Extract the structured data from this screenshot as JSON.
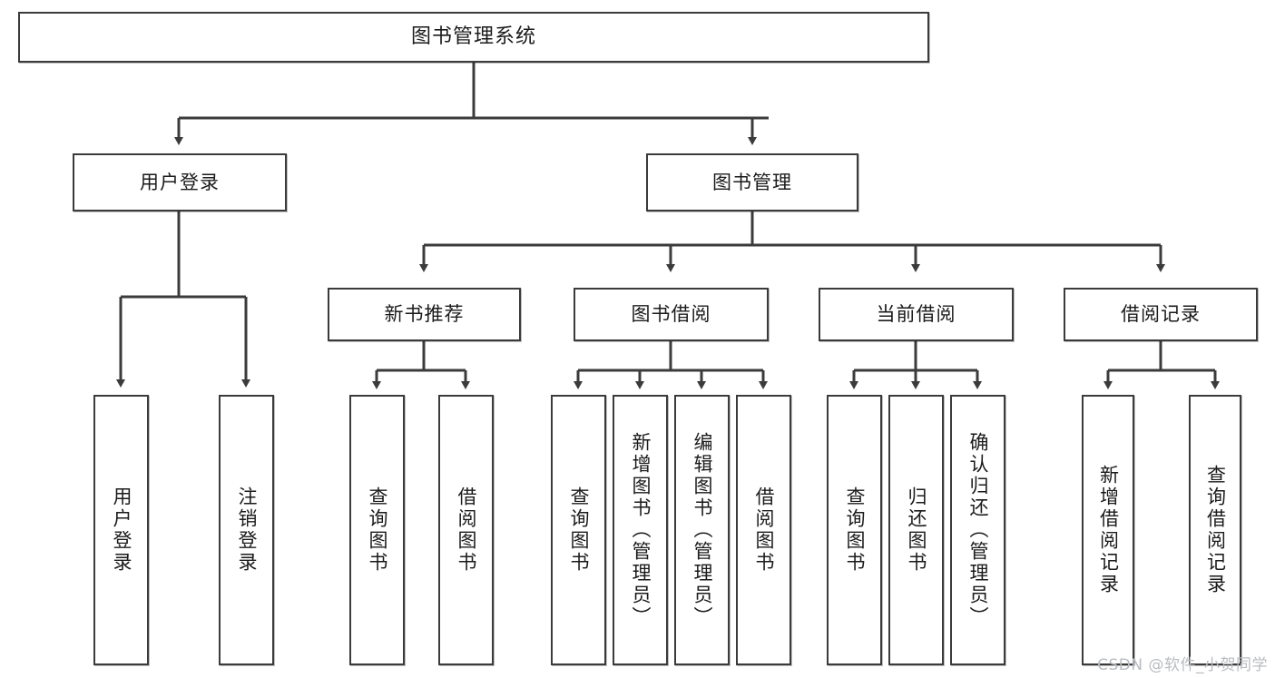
{
  "diagram": {
    "title_node": {
      "id": "root",
      "label": "图书管理系统"
    },
    "level2": [
      {
        "id": "user-login",
        "label": "用户登录"
      },
      {
        "id": "book-manage",
        "label": "图书管理"
      }
    ],
    "level3": [
      {
        "id": "new-book-recommend",
        "label": "新书推荐"
      },
      {
        "id": "book-borrow",
        "label": "图书借阅"
      },
      {
        "id": "current-borrow",
        "label": "当前借阅"
      },
      {
        "id": "borrow-record",
        "label": "借阅记录"
      }
    ],
    "leaves": {
      "user_login": [
        {
          "id": "leaf-user-login",
          "label": "用户登录"
        },
        {
          "id": "leaf-logout-login",
          "label": "注销登录"
        }
      ],
      "new_book_recommend": [
        {
          "id": "leaf-query-book-1",
          "label": "查询图书"
        },
        {
          "id": "leaf-borrow-book-1",
          "label": "借阅图书"
        }
      ],
      "book_borrow": [
        {
          "id": "leaf-query-book-2",
          "label": "查询图书"
        },
        {
          "id": "leaf-add-book",
          "label": "新增图书（管理员）"
        },
        {
          "id": "leaf-edit-book",
          "label": "编辑图书（管理员）"
        },
        {
          "id": "leaf-borrow-book-2",
          "label": "借阅图书"
        }
      ],
      "current_borrow": [
        {
          "id": "leaf-query-book-3",
          "label": "查询图书"
        },
        {
          "id": "leaf-return-book",
          "label": "归还图书"
        },
        {
          "id": "leaf-confirm-return",
          "label": "确认归还（管理员）"
        }
      ],
      "borrow_record": [
        {
          "id": "leaf-add-record",
          "label": "新增借阅记录"
        },
        {
          "id": "leaf-query-record",
          "label": "查询借阅记录"
        }
      ]
    },
    "colors": {
      "stroke": "#3b3b3b",
      "fill": "#ffffff",
      "text": "#1b1b1b",
      "watermark": "#b9bcc0"
    }
  },
  "watermark": {
    "text": "CSDN @软件_小贺同学"
  }
}
